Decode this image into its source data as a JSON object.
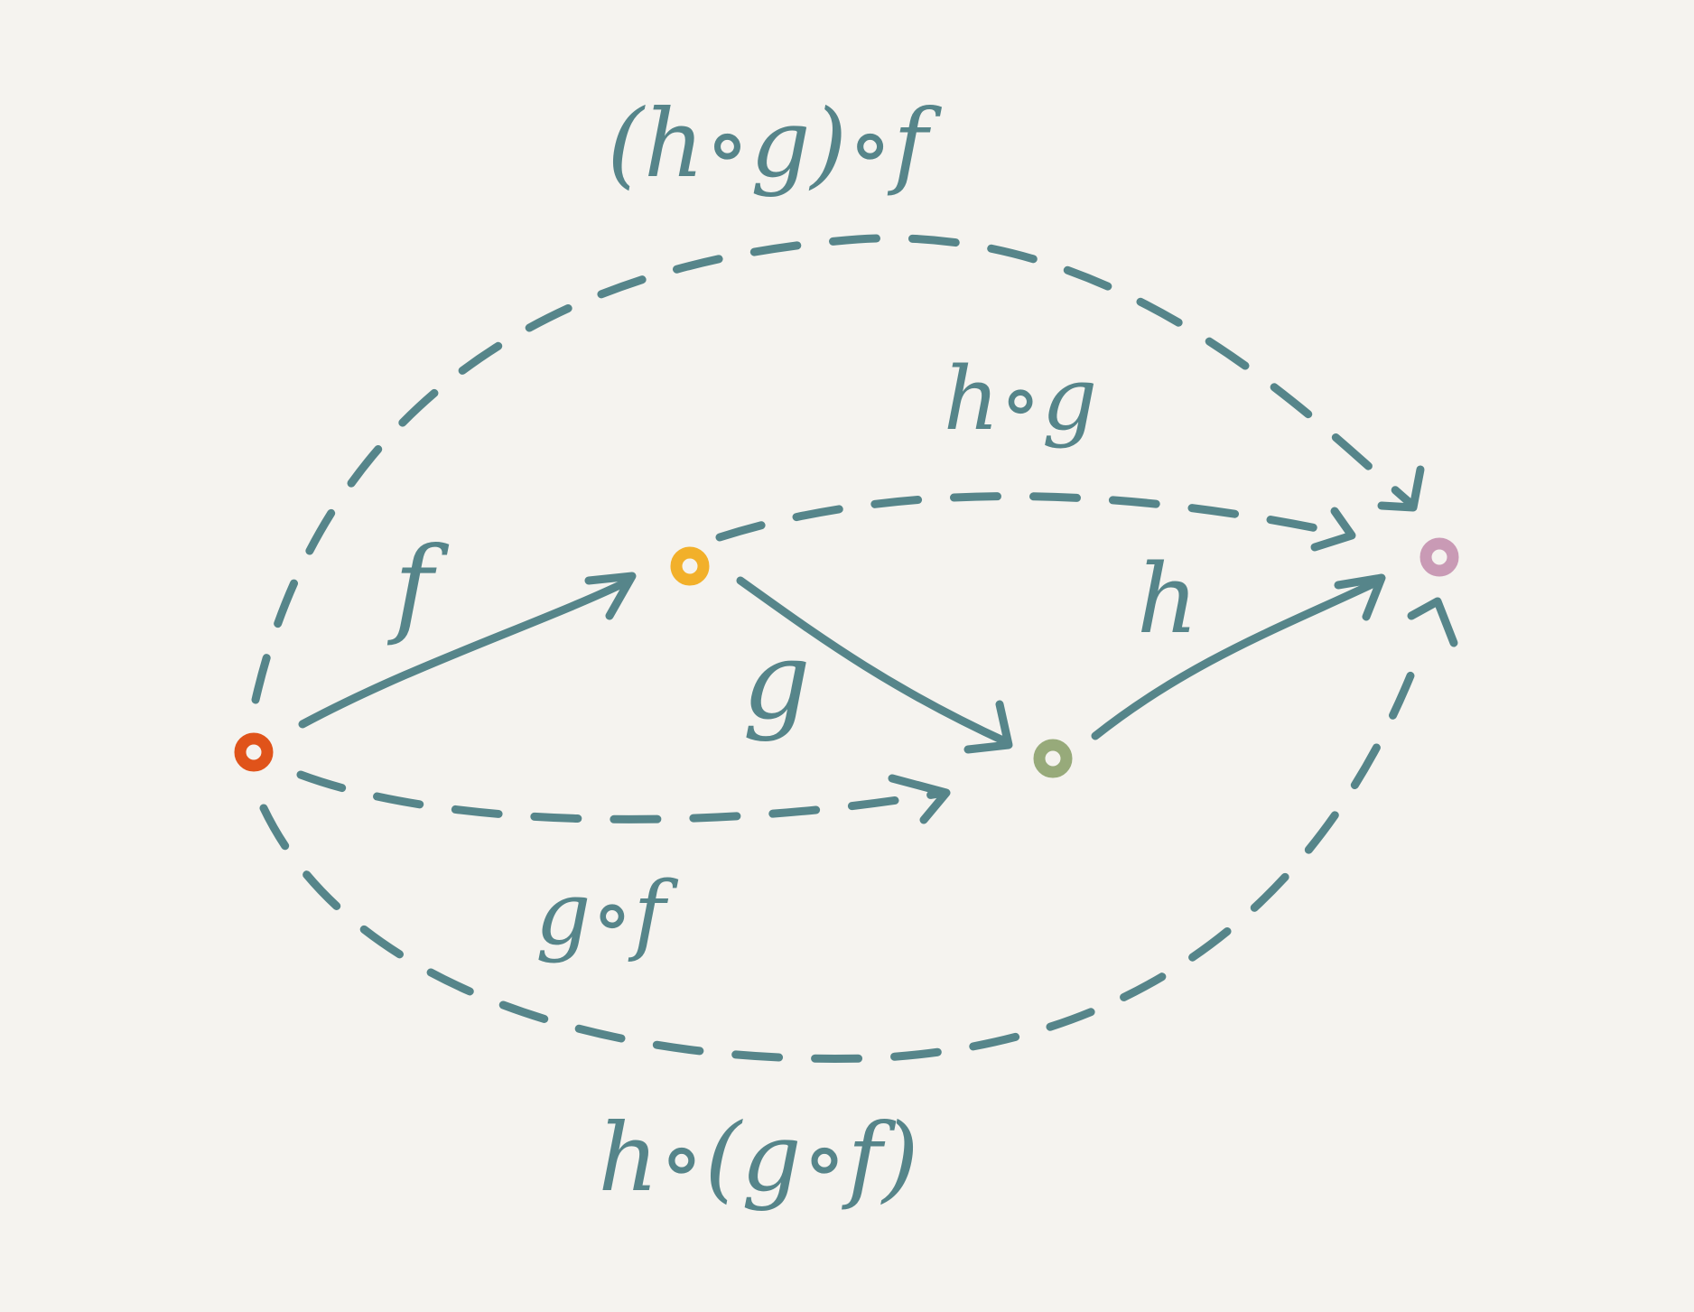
{
  "colors": {
    "background": "#f5f3ef",
    "ink": "#56858a",
    "node_a": "#e0531a",
    "node_b": "#f2b02a",
    "node_c": "#97aa7a",
    "node_d": "#c99ab5"
  },
  "nodes": [
    {
      "id": "a",
      "color": "#e0531a"
    },
    {
      "id": "b",
      "color": "#f2b02a"
    },
    {
      "id": "c",
      "color": "#97aa7a"
    },
    {
      "id": "d",
      "color": "#c99ab5"
    }
  ],
  "labels": {
    "f": "f",
    "g": "g",
    "h": "h",
    "h_o_g": "h∘g",
    "g_o_f": "g∘f",
    "hog_o_f": "(h∘g)∘f",
    "h_o_gof": "h∘(g∘f)"
  },
  "arrows": [
    {
      "name": "f",
      "from": "a",
      "to": "b",
      "style": "solid"
    },
    {
      "name": "g",
      "from": "b",
      "to": "c",
      "style": "solid"
    },
    {
      "name": "h",
      "from": "c",
      "to": "d",
      "style": "solid"
    },
    {
      "name": "h∘g",
      "from": "b",
      "to": "d",
      "style": "dashed"
    },
    {
      "name": "g∘f",
      "from": "a",
      "to": "c",
      "style": "dashed"
    },
    {
      "name": "(h∘g)∘f",
      "from": "a",
      "to": "d",
      "style": "dashed"
    },
    {
      "name": "h∘(g∘f)",
      "from": "a",
      "to": "d",
      "style": "dashed"
    }
  ]
}
